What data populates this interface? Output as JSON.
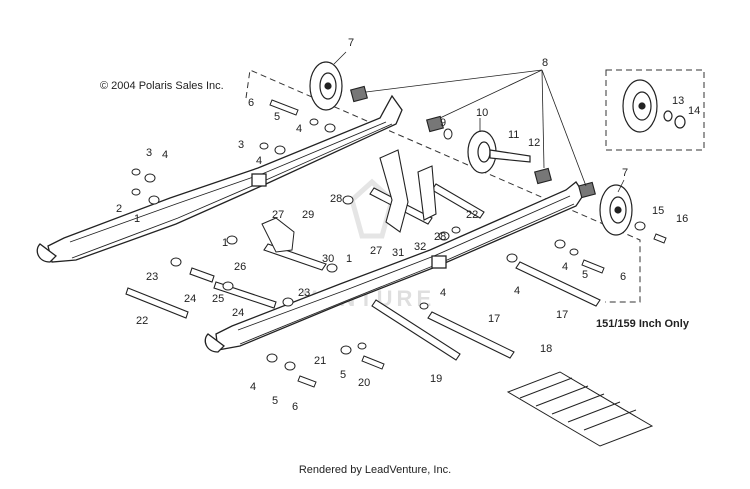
{
  "copyright": "© 2004 Polaris Sales Inc.",
  "footer": "Rendered by LeadVenture, Inc.",
  "callout": "151/159 Inch Only",
  "watermark": "VENTURE",
  "callout_numbers": [
    {
      "id": "n1a",
      "text": "1"
    },
    {
      "id": "n1b",
      "text": "1"
    },
    {
      "id": "n1c",
      "text": "1"
    },
    {
      "id": "n2",
      "text": "2"
    },
    {
      "id": "n3a",
      "text": "3"
    },
    {
      "id": "n3b",
      "text": "3"
    },
    {
      "id": "n4a",
      "text": "4"
    },
    {
      "id": "n4b",
      "text": "4"
    },
    {
      "id": "n4c",
      "text": "4"
    },
    {
      "id": "n4d",
      "text": "4"
    },
    {
      "id": "n4e",
      "text": "4"
    },
    {
      "id": "n4f",
      "text": "4"
    },
    {
      "id": "n4g",
      "text": "4"
    },
    {
      "id": "n5a",
      "text": "5"
    },
    {
      "id": "n5b",
      "text": "5"
    },
    {
      "id": "n5c",
      "text": "5"
    },
    {
      "id": "n5d",
      "text": "5"
    },
    {
      "id": "n6a",
      "text": "6"
    },
    {
      "id": "n6b",
      "text": "6"
    },
    {
      "id": "n6c",
      "text": "6"
    },
    {
      "id": "n7a",
      "text": "7"
    },
    {
      "id": "n7b",
      "text": "7"
    },
    {
      "id": "n8",
      "text": "8"
    },
    {
      "id": "n9",
      "text": "9"
    },
    {
      "id": "n10",
      "text": "10"
    },
    {
      "id": "n11",
      "text": "11"
    },
    {
      "id": "n12",
      "text": "12"
    },
    {
      "id": "n13",
      "text": "13"
    },
    {
      "id": "n14",
      "text": "14"
    },
    {
      "id": "n15",
      "text": "15"
    },
    {
      "id": "n16",
      "text": "16"
    },
    {
      "id": "n17a",
      "text": "17"
    },
    {
      "id": "n17b",
      "text": "17"
    },
    {
      "id": "n18",
      "text": "18"
    },
    {
      "id": "n19",
      "text": "19"
    },
    {
      "id": "n20",
      "text": "20"
    },
    {
      "id": "n21",
      "text": "21"
    },
    {
      "id": "n22a",
      "text": "22"
    },
    {
      "id": "n22b",
      "text": "22"
    },
    {
      "id": "n23a",
      "text": "23"
    },
    {
      "id": "n23b",
      "text": "23"
    },
    {
      "id": "n24a",
      "text": "24"
    },
    {
      "id": "n24b",
      "text": "24"
    },
    {
      "id": "n25",
      "text": "25"
    },
    {
      "id": "n26",
      "text": "26"
    },
    {
      "id": "n27a",
      "text": "27"
    },
    {
      "id": "n27b",
      "text": "27"
    },
    {
      "id": "n28a",
      "text": "28"
    },
    {
      "id": "n28b",
      "text": "28"
    },
    {
      "id": "n29",
      "text": "29"
    },
    {
      "id": "n30",
      "text": "30"
    },
    {
      "id": "n31",
      "text": "31"
    },
    {
      "id": "n32",
      "text": "32"
    }
  ]
}
